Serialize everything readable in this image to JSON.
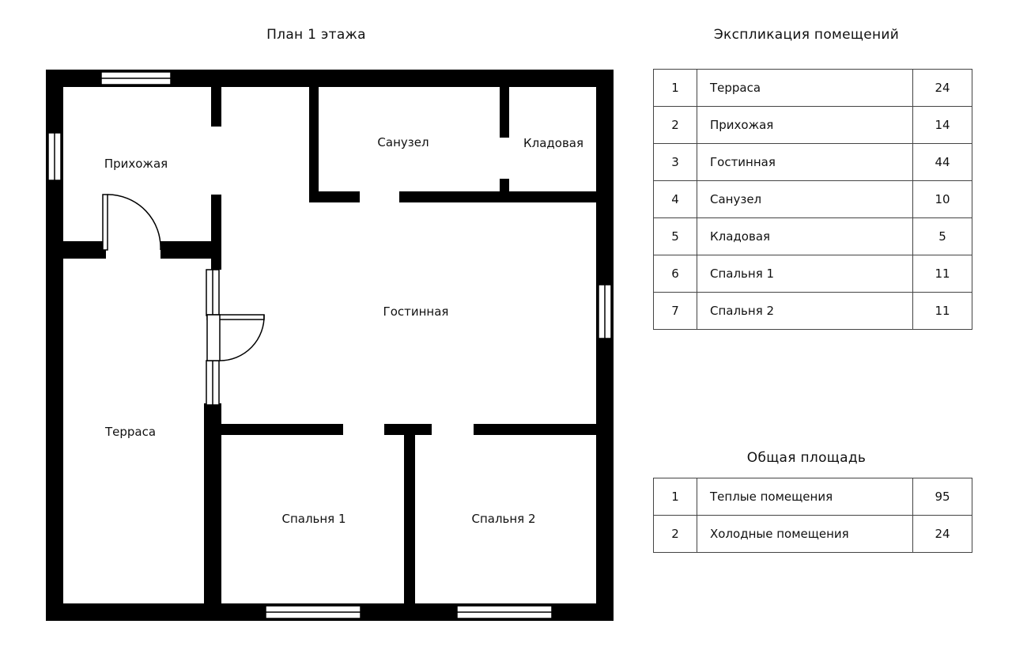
{
  "plan": {
    "title": "План 1 этажа",
    "rooms": {
      "hallway": "Прихожая",
      "bathroom": "Санузел",
      "storage": "Кладовая",
      "living": "Гостинная",
      "terrace": "Терраса",
      "bedroom1": "Спальня 1",
      "bedroom2": "Спальня 2"
    }
  },
  "explication": {
    "title": "Экспликация помещений",
    "rows": [
      {
        "num": "1",
        "name": "Терраса",
        "area": "24"
      },
      {
        "num": "2",
        "name": "Прихожая",
        "area": "14"
      },
      {
        "num": "3",
        "name": "Гостинная",
        "area": "44"
      },
      {
        "num": "4",
        "name": "Санузел",
        "area": "10"
      },
      {
        "num": "5",
        "name": "Кладовая",
        "area": "5"
      },
      {
        "num": "6",
        "name": "Спальня 1",
        "area": "11"
      },
      {
        "num": "7",
        "name": "Спальня 2",
        "area": "11"
      }
    ]
  },
  "total": {
    "title": "Общая площадь",
    "rows": [
      {
        "num": "1",
        "name": "Теплые помещения",
        "area": "95"
      },
      {
        "num": "2",
        "name": "Холодные помещения",
        "area": "24"
      }
    ]
  },
  "colors": {
    "wall": "#000000",
    "line": "#444444"
  }
}
